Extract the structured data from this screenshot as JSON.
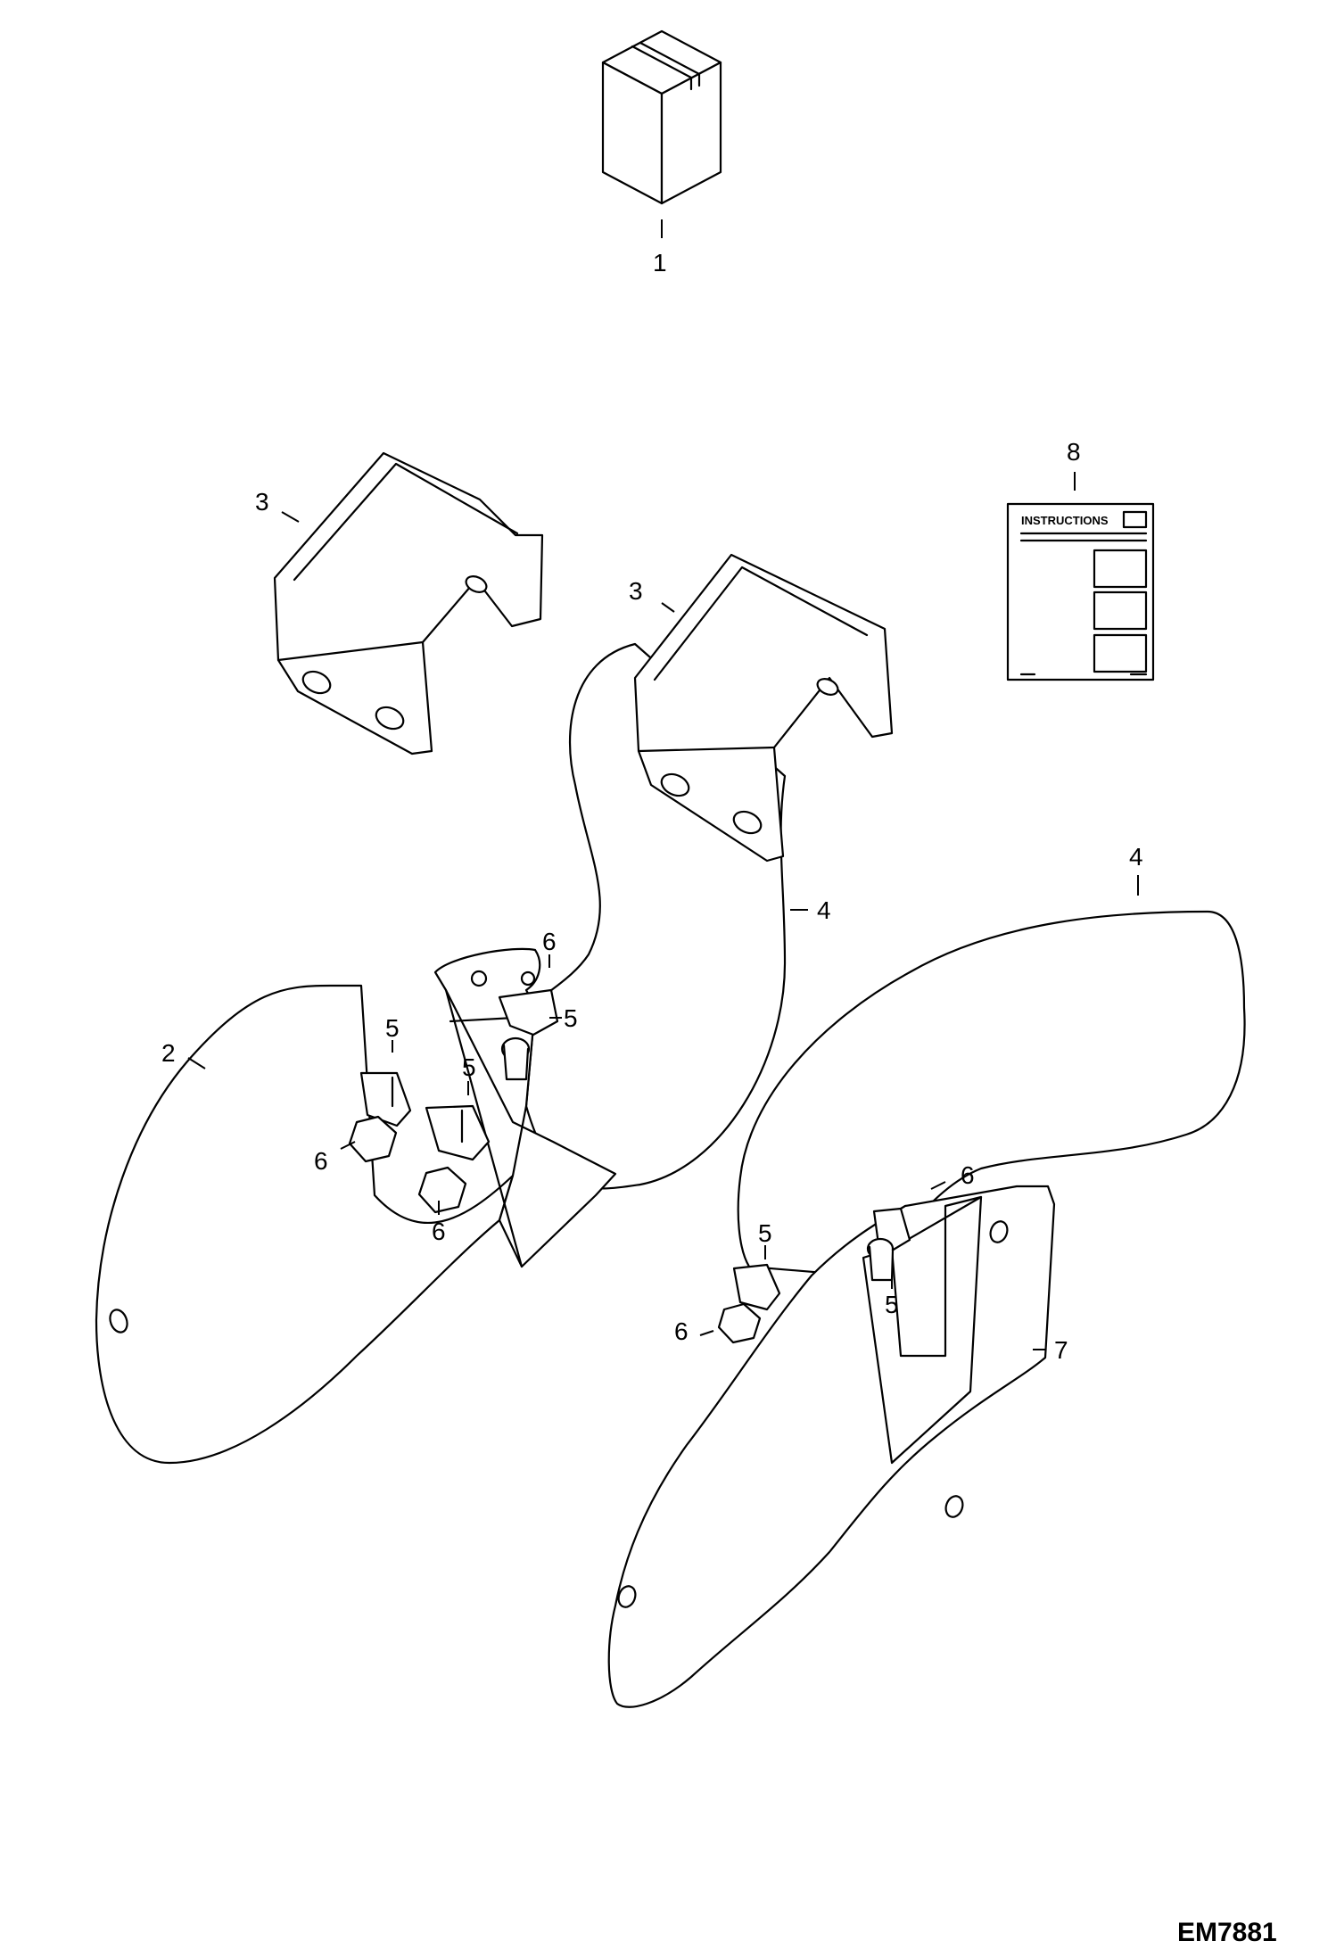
{
  "callouts": {
    "c1": "1",
    "c2": "2",
    "c3a": "3",
    "c3b": "3",
    "c4a": "4",
    "c4b": "4",
    "c5a": "5",
    "c5b": "5",
    "c5c": "5",
    "c5d": "5",
    "c5e": "5",
    "c6a": "6",
    "c6b": "6",
    "c6c": "6",
    "c6d": "6",
    "c6e": "6",
    "c7": "7",
    "c8": "8"
  },
  "instructions_sheet": {
    "title": "INSTRUCTIONS"
  },
  "drawing_reference": "EM7881"
}
